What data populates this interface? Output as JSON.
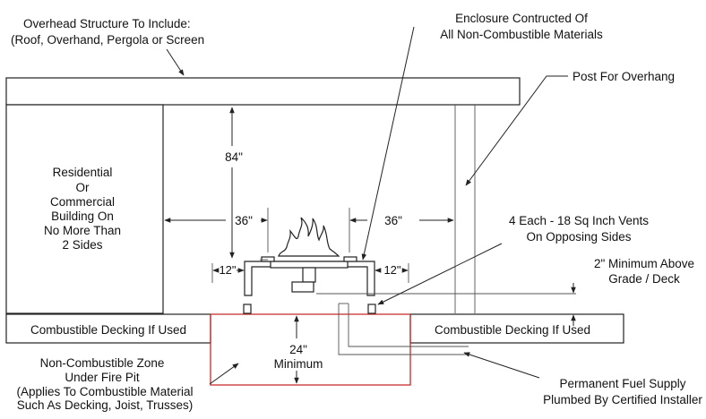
{
  "labels": {
    "overhead_line1": "Overhead Structure To Include:",
    "overhead_line2": "(Roof, Overhand, Pergola or Screen",
    "enclosure_line1": "Enclosure Contructed Of",
    "enclosure_line2": "All Non-Combustible Materials",
    "post": "Post For Overhang",
    "building": [
      "Residential",
      "Or",
      "Commercial",
      "Building On",
      "No More Than",
      "2 Sides"
    ],
    "vents_line1": "4 Each - 18 Sq Inch Vents",
    "vents_line2": "On Opposing Sides",
    "grade_line1": "2\" Minimum Above",
    "grade_line2": "Grade / Deck",
    "decking_left": "Combustible Decking If Used",
    "decking_right": "Combustible Decking If Used",
    "zone_line1": "Non-Combustible Zone",
    "zone_line2": "Under Fire Pit",
    "zone_line3": "(Applies To Combustible Material",
    "zone_line4": "Such As Decking, Joist, Trusses)",
    "fuel_line1": "Permanent Fuel Supply",
    "fuel_line2": "Plumbed By Certified Installer"
  },
  "dimensions": {
    "height_84": "84\"",
    "left_36": "36\"",
    "right_36": "36\"",
    "left_12": "12\"",
    "right_12": "12\"",
    "min_24": "24\"",
    "min_24_word": "Minimum"
  },
  "colors": {
    "zone_outline": "#c62828",
    "line": "#222222"
  }
}
